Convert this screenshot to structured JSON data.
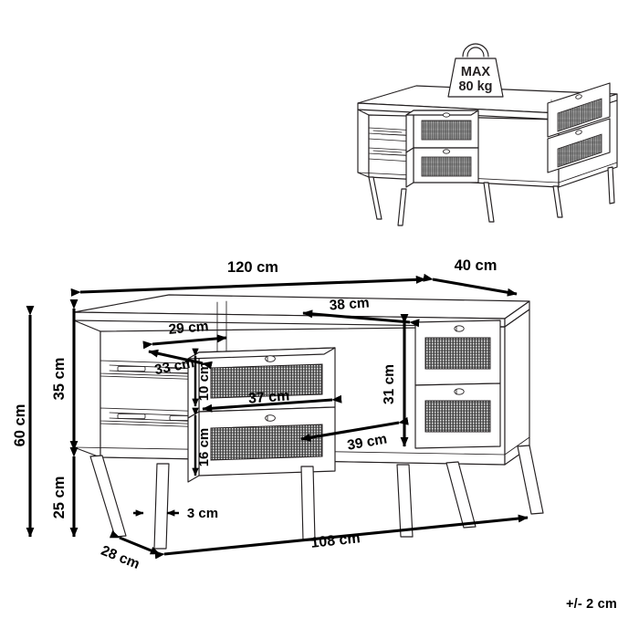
{
  "document": {
    "type": "furniture-dimension-drawing",
    "product": "TV stand / sideboard with four rattan drawers",
    "tolerance_note": "+/- 2 cm"
  },
  "load_badge": {
    "icon": "weight-icon",
    "line1": "MAX",
    "line2": "80 kg"
  },
  "dimensions": {
    "overall_width": "120 cm",
    "overall_depth": "40 cm",
    "overall_height": "60 cm",
    "cabinet_height": "35 cm",
    "leg_height": "25 cm",
    "leg_thickness": "3 cm",
    "leg_span_depth": "28 cm",
    "leg_span_width": "108 cm",
    "right_section_width": "38 cm",
    "right_drawer_height": "31 cm",
    "center_top_inner_width": "29 cm",
    "center_drawer_depth": "33 cm",
    "center_top_drawer_height": "10 cm",
    "center_drawer_width": "37 cm",
    "center_bottom_drawer_height": "16 cm",
    "center_section_width": "39 cm"
  },
  "colors": {
    "line": "#231f20",
    "dimension": "#000000",
    "background": "#ffffff",
    "rattan_fill": "#6f6f6f"
  }
}
